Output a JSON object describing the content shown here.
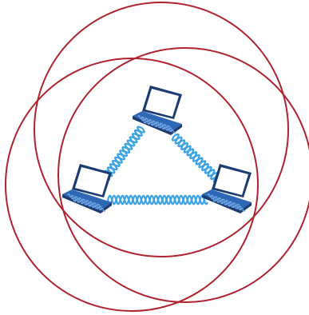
{
  "diagram": {
    "type": "wireless ad hoc network",
    "nodes": [
      {
        "id": "laptop-top",
        "icon": "laptop-icon"
      },
      {
        "id": "laptop-left",
        "icon": "laptop-icon"
      },
      {
        "id": "laptop-right",
        "icon": "laptop-icon"
      }
    ],
    "links": [
      {
        "from": "laptop-top",
        "to": "laptop-left",
        "style": "wireless-helix"
      },
      {
        "from": "laptop-top",
        "to": "laptop-right",
        "style": "wireless-helix"
      },
      {
        "from": "laptop-left",
        "to": "laptop-right",
        "style": "wireless-helix"
      }
    ],
    "coverage_ranges": 3,
    "colors": {
      "range_circle": "#b0222d",
      "wireless_link": "#3aa3e6",
      "laptop_body": "#2e67b5",
      "laptop_dark": "#1a3c72",
      "laptop_screen": "#ffffff",
      "keyboard": "#6fa4e3"
    }
  }
}
